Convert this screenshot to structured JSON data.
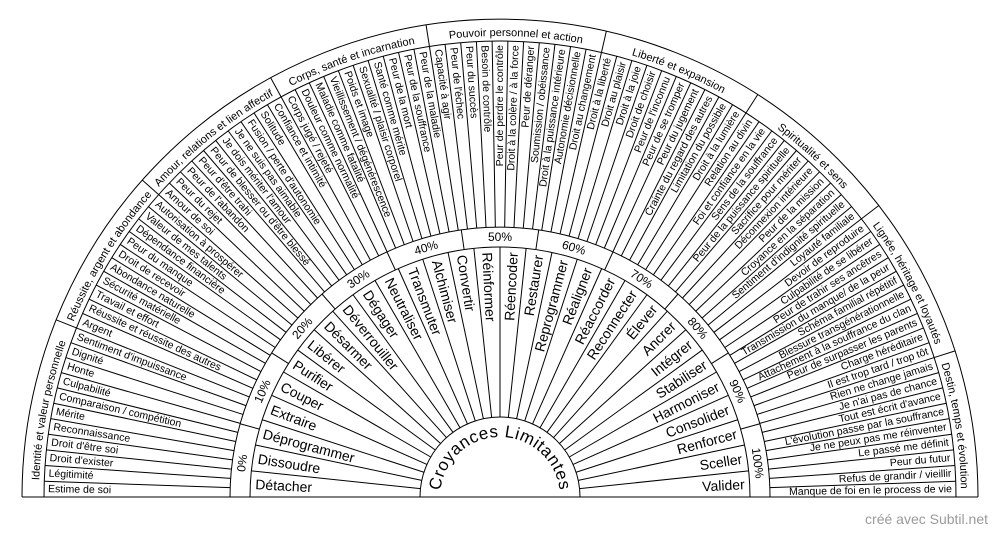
{
  "title": "Croyances Limitantes",
  "credit": "créé avec Subtil.net",
  "percent_labels": [
    "0%",
    "10%",
    "20%",
    "30%",
    "40%",
    "50%",
    "60%",
    "70%",
    "80%",
    "90%",
    "100%"
  ],
  "actions": [
    "Détacher",
    "Dissoudre",
    "Déprogrammer",
    "Extraire",
    "Couper",
    "Purifier",
    "Libérer",
    "Désarmer",
    "Déverrouiller",
    "Dégager",
    "Neutraliser",
    "Transmuter",
    "Alchimiser",
    "Convertir",
    "Réinformer",
    "Réencoder",
    "Restaurer",
    "Reprogrammer",
    "Réaligner",
    "Réaccorder",
    "Reconnecter",
    "Élever",
    "Ancrer",
    "Intégrer",
    "Stabiliser",
    "Harmoniser",
    "Consolider",
    "Renforcer",
    "Sceller",
    "Valider"
  ],
  "categories": [
    {
      "name": "Identité et valeur personnelle",
      "items": [
        "Estime de soi",
        "Légitimité",
        "Droit d'exister",
        "Droit d'être soi",
        "Reconnaissance",
        "Mérite",
        "Comparaison / compétition",
        "Culpabilité",
        "Honte",
        "Dignité",
        "Sentiment d'impuissance"
      ]
    },
    {
      "name": "Réussite, argent et abondance",
      "items": [
        "Argent",
        "Réussite et réussite des autres",
        "Travail et effort",
        "Sécurité matérielle",
        "Abondance naturelle",
        "Droit de recevoir",
        "Peur du manque",
        "Dépendance financière",
        "Valeur de mes talents",
        "Autorisation à prospérer"
      ]
    },
    {
      "name": "Amour, relations et lien affectif",
      "items": [
        "Amour de soi",
        "Peur du rejet",
        "Peur de l'abandon",
        "Peur d'être trahi",
        "Peur de blesser ou d'être blessé",
        "Je dois mériter l'amour",
        "Je ne suis pas aimable",
        "Fusion / perte d'autonomie",
        "Solitude",
        "Confiance et intimité"
      ]
    },
    {
      "name": "Corps, santé et incarnation",
      "items": [
        "Corps jugé / rejeté",
        "Douleur comme normalité",
        "Maladie comme fatalité",
        "Vieillissement / dégénérescence",
        "Poids et image",
        "Sexualité / plaisir corporel",
        "Santé comme mérite",
        "Peur de la mort",
        "Peur de la souffrance",
        "Peur de la maladie"
      ]
    },
    {
      "name": "Pouvoir personnel et action",
      "items": [
        "Capacité à agir",
        "Peur de l'échec",
        "Peur du succès",
        "Besoin de contrôle",
        "Peur de perdre le contrôle",
        "Droit à la colère / à la force",
        "Peur de déranger",
        "Soumission / obéissance",
        "Droit à la puissance intérieure",
        "Autonomie décisionnelle",
        "Droit au changement"
      ]
    },
    {
      "name": "Liberté et expansion",
      "items": [
        "Droit à la liberté",
        "Droit au plaisir",
        "Droit à la joie",
        "Droit de choisir",
        "Peur de l'inconnu",
        "Peur de se tromper",
        "Peur du jugement",
        "Crainte du regard des autres",
        "Limitation du possible",
        "Droit à la lumière"
      ]
    },
    {
      "name": "Spiritualité et sens",
      "items": [
        "Relation au divin",
        "Foi et confiance en la vie",
        "Sens de la souffrance",
        "Peur de la puissance spirituelle",
        "Sacrifice pour mériter",
        "Déconnexion intérieure",
        "Peur de la mission",
        "Croyance en la séparation",
        "Sentiment d'indignité spirituelle",
        "Loyauté familiale"
      ]
    },
    {
      "name": "Lignée, héritage et loyautés",
      "items": [
        "Devoir de reproduire",
        "Culpabilité de se libérer",
        "Peur de trahir ses ancêtres",
        "Transmission du manque/ de la peur",
        "Schéma familial répétitif",
        "Blessure transgénérationnelle",
        "Attachement à la souffrance du clan",
        "Peur de surpasser les parents",
        "Charge héréditaire",
        "Il est trop tard / trop tôt"
      ]
    },
    {
      "name": "Destin, temps et évolution",
      "items": [
        "Rien ne change jamais",
        "Je n'ai pas de chance",
        "Tout est écrit d'avance",
        "L'évolution passe par la souffrance",
        "Je ne peux pas me réinventer",
        "Le passé me définit",
        "Peur du futur",
        "Refus de grandir / vieillir",
        "Manque de foi en le process de vie"
      ]
    }
  ]
}
